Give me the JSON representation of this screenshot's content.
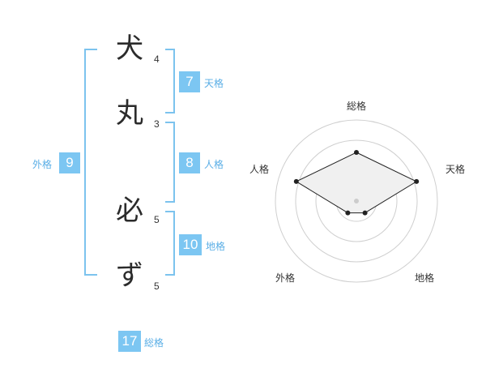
{
  "name_chars": [
    {
      "char": "犬",
      "strokes": "4"
    },
    {
      "char": "丸",
      "strokes": "3"
    },
    {
      "char": "必",
      "strokes": "5"
    },
    {
      "char": "ず",
      "strokes": "5"
    }
  ],
  "kakusu": {
    "tenkaku": {
      "value": "7",
      "label": "天格"
    },
    "jinkaku": {
      "value": "8",
      "label": "人格"
    },
    "chikaku": {
      "value": "10",
      "label": "地格"
    },
    "gaikaku": {
      "value": "9",
      "label": "外格"
    },
    "soukaku": {
      "value": "17",
      "label": "総格"
    }
  },
  "colors": {
    "accent": "#7cc6f2",
    "bracket": "#7cc3ee",
    "label": "#5aaee6"
  },
  "chart_data": {
    "type": "radar",
    "axes": [
      "総格",
      "天格",
      "地格",
      "外格",
      "人格"
    ],
    "values": [
      0.6,
      0.78,
      0.18,
      0.18,
      0.78
    ],
    "range": [
      0,
      1
    ],
    "rings": 4
  }
}
